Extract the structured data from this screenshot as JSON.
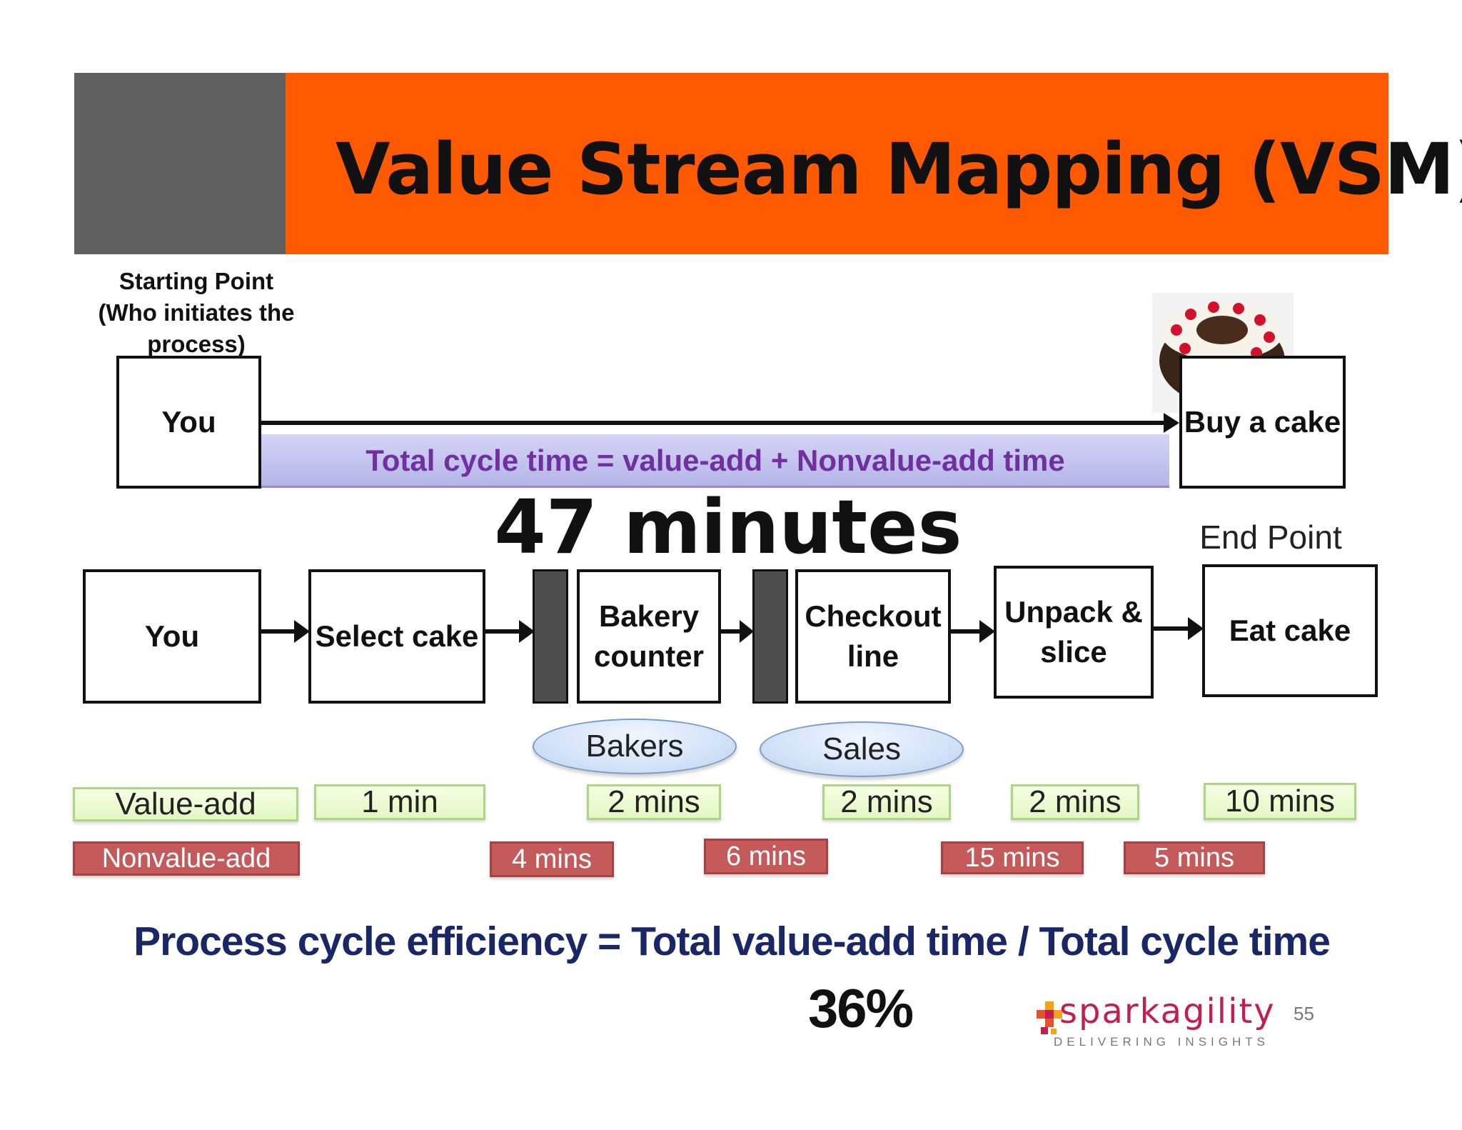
{
  "slide": {
    "title": "Value Stream Mapping (VSM)",
    "page_number": "55",
    "colors": {
      "title_bar": "#FF5A00",
      "title_side_block": "#606060",
      "band_text": "#7030A0",
      "pce_text": "#1A2767",
      "value_add_fill": "#E2F7C2",
      "nonvalue_add_fill": "#C45A5A"
    }
  },
  "overview": {
    "start_label": "Starting Point (Who initiates the process)",
    "start_box": "You",
    "end_box": "Buy a cake",
    "band_text": "Total cycle time = value-add + Nonvalue-add time",
    "total": "47 minutes",
    "end_label": "End Point",
    "image": "cake-icon"
  },
  "flow": {
    "steps": [
      "You",
      "Select cake",
      "Bakery counter",
      "Checkout line",
      "Unpack & slice",
      "Eat cake"
    ],
    "roles": [
      "Bakers",
      "Sales"
    ]
  },
  "timeline": {
    "value_add_label": "Value-add",
    "nonvalue_add_label": "Nonvalue-add",
    "value_add": [
      "1 min",
      "2 mins",
      "2 mins",
      "2 mins",
      "10 mins"
    ],
    "nonvalue_add": [
      "4 mins",
      "6 mins",
      "15 mins",
      "5 mins"
    ]
  },
  "efficiency": {
    "formula": "Process cycle efficiency = Total value-add time / Total cycle time",
    "value": "36%"
  },
  "logo": {
    "name": "sparkagility",
    "tagline": "DELIVERING INSIGHTS",
    "icon": "pixel-spark-icon"
  }
}
